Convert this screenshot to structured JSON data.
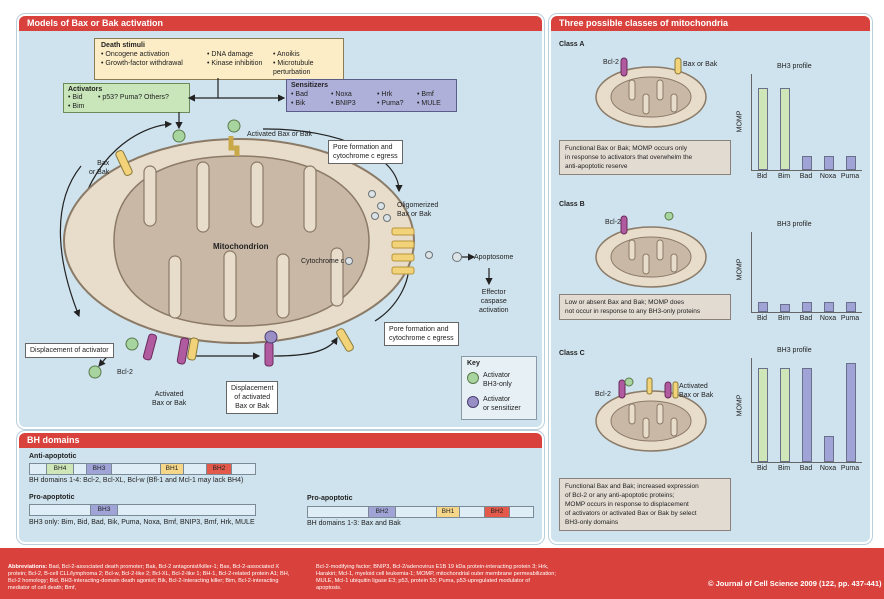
{
  "left_panel": {
    "title": "Models of Bax or Bak activation",
    "death_stimuli": {
      "title": "Death stimuli",
      "items": [
        "• Oncogene activation",
        "• Growth-factor withdrawal",
        "• DNA damage",
        "• Kinase inhibition",
        "• Anoikis",
        "• Microtubule perturbation"
      ]
    },
    "activators": {
      "title": "Activators",
      "items": [
        "• Bid",
        "• Bim",
        "• p53? Puma? Others?"
      ]
    },
    "sensitizers": {
      "title": "Sensitizers",
      "items": [
        "• Bad",
        "• Bik",
        "• Noxa",
        "• BNIP3",
        "• Hrk",
        "• Puma?",
        "• Bmf",
        "• MULE"
      ]
    },
    "labels": {
      "activated_bax_top": "Activated Bax or Bak",
      "bax_or_bak": "Bax\nor Bak",
      "pore_top": "Pore formation and\ncytochrome c egress",
      "mitochondrion": "Mitochondrion",
      "oligomerized": "Oligomerized\nBax or Bak",
      "cytochrome_c": "Cytochrome c",
      "apoptosome": "Apoptosome",
      "effector": "Effector\ncaspase\nactivation",
      "pore_bottom": "Pore formation and\ncytochrome c egress",
      "displacement_activator": "Displacement of activator",
      "bcl2": "Bcl-2",
      "activated_bax_bottom": "Activated\nBax or Bak",
      "displacement_activated": "Displacement\nof activated\nBax or Bak"
    },
    "key": {
      "title": "Key",
      "activator": "Activator\nBH3-only",
      "sensitizer": "Activator\nor sensitizer"
    }
  },
  "bh_panel": {
    "title": "BH domains",
    "anti_title": "Anti-apoptotic",
    "anti_domains": [
      "BH4",
      "BH3",
      "BH1",
      "BH2"
    ],
    "anti_caption": "BH domains 1-4: Bcl-2, Bcl-XL, Bcl-w (Bfl-1 and Mcl-1 may lack BH4)",
    "pro1_title": "Pro-apoptotic",
    "pro1_domains": [
      "BH3"
    ],
    "pro1_caption": "BH3 only: Bim, Bid, Bad, Bik, Puma, Noxa, Bmf, BNIP3, Bmf, Hrk, MULE",
    "pro2_title": "Pro-apoptotic",
    "pro2_domains": [
      "BH2",
      "BH1",
      "BH2"
    ],
    "pro2_caption": "BH domains 1-3: Bax and Bak"
  },
  "right_panel": {
    "title": "Three possible classes of mitochondria",
    "class_a": {
      "title": "Class A",
      "bcl2": "Bcl-2",
      "bax": "Bax or Bak",
      "note": "Functional Bax or Bak; MOMP occurs only\nin response to activators that overwhelm the\nanti-apoptotic reserve",
      "profile_title": "BH3 profile",
      "ylabel": "MOMP"
    },
    "class_b": {
      "title": "Class B",
      "bcl2": "Bcl-2",
      "note": "Low or absent Bax and Bak; MOMP does\nnot occur in response to any BH3-only proteins",
      "profile_title": "BH3 profile",
      "ylabel": "MOMP"
    },
    "class_c": {
      "title": "Class C",
      "bcl2": "Bcl-2",
      "activated": "Activated\nBax or Bak",
      "note": "Functional Bax and Bak; increased expression\nof Bcl-2 or any anti-apoptotic proteins;\nMOMP occurs in response to displacement\nof activators or activated Bax or Bak by select\nBH3-only domains",
      "profile_title": "BH3 profile",
      "ylabel": "MOMP"
    }
  },
  "chart_data": [
    {
      "type": "bar",
      "title": "BH3 profile",
      "ylabel": "MOMP",
      "categories": [
        "Bid",
        "Bim",
        "Bad",
        "Noxa",
        "Puma"
      ],
      "values": [
        0.85,
        0.85,
        0.15,
        0.15,
        0.15
      ],
      "colors": [
        "#cfe6b8",
        "#cfe6b8",
        "#9fa3d6",
        "#9fa3d6",
        "#9fa3d6"
      ]
    },
    {
      "type": "bar",
      "title": "BH3 profile",
      "ylabel": "MOMP",
      "categories": [
        "Bid",
        "Bim",
        "Bad",
        "Noxa",
        "Puma"
      ],
      "values": [
        0.12,
        0.1,
        0.12,
        0.12,
        0.12
      ],
      "colors": [
        "#9fa3d6",
        "#9fa3d6",
        "#9fa3d6",
        "#9fa3d6",
        "#9fa3d6"
      ]
    },
    {
      "type": "bar",
      "title": "BH3 profile",
      "ylabel": "MOMP",
      "categories": [
        "Bid",
        "Bim",
        "Bad",
        "Noxa",
        "Puma"
      ],
      "values": [
        0.9,
        0.9,
        0.9,
        0.25,
        0.95
      ],
      "colors": [
        "#cfe6b8",
        "#cfe6b8",
        "#9fa3d6",
        "#9fa3d6",
        "#9fa3d6"
      ]
    }
  ],
  "footer": {
    "abbrev_label": "Abbreviations:",
    "abbrev_left": "Bad, Bcl-2-associated death promoter; Bak, Bcl-2 antagonist/killer-1; Bax, Bcl-2-associated X protein; Bcl-2, B-cell CLL/lymphoma 2; Bcl-w, Bcl-2-like 2; Bcl-XL, Bcl-2-like 1; BH-1, Bcl-2-related protein A1; BH, Bcl-2 homology; Bid, BH3-interacting-domain death agonist; Bik, Bcl-2-interacting killer; Bim, Bcl-2-interacting mediator of cell death; Bmf,",
    "abbrev_right": "Bcl-2-modifying factor; BNIP3, Bcl-2/adenovirus E1B 19 kDa protein-interacting protein 3; Hrk, Harakiri; Mcl-1, myeloid cell leukemia-1; MOMP, mitochondrial outer membrane permeabilization; MULE, Mcl-1 ubiquitin ligase E3; p53, protein 53; Puma, p53-upregulated modulator of apoptosis.",
    "copyright": "© Journal of Cell Science 2009 (122, pp. 437-441)"
  },
  "colors": {
    "title_red": "#d9423c",
    "panel_blue": "#cfe3ee",
    "mito_outer": "#e8dccb",
    "mito_inner": "#c9b8a6",
    "activator_green": "#a8d4a0",
    "sensitizer_purple": "#9a8fc4",
    "bax_yellow": "#f3d37a",
    "bcl2_purple": "#b05aa0"
  }
}
